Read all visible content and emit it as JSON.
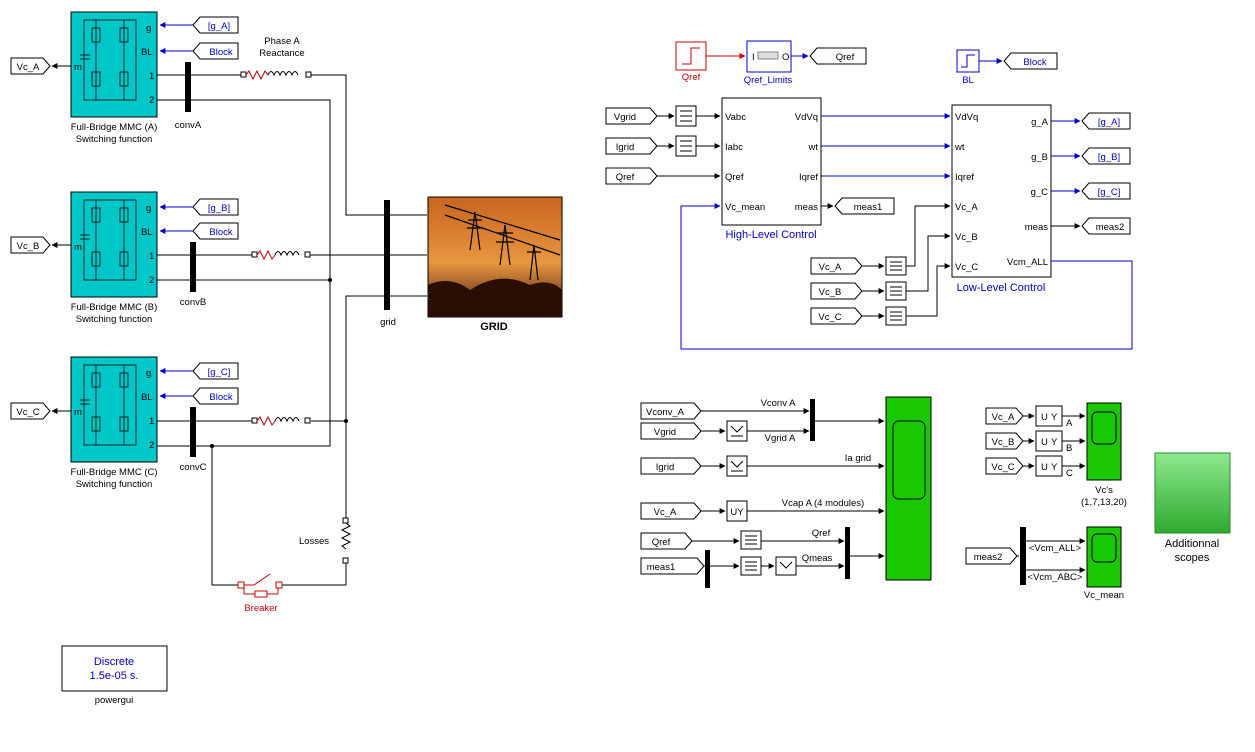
{
  "mmc_blocks": [
    {
      "name": "Full-Bridge MMC (A)",
      "sub": "Switching function",
      "gin": "[g_A]",
      "block": "Block",
      "vc": "Vc_A",
      "conv": "convA"
    },
    {
      "name": "Full-Bridge MMC (B)",
      "sub": "Switching function",
      "gin": "[g_B]",
      "block": "Block",
      "vc": "Vc_B",
      "conv": "convB"
    },
    {
      "name": "Full-Bridge MMC (C)",
      "sub": "Switching function",
      "gin": "[g_C]",
      "block": "Block",
      "vc": "Vc_C",
      "conv": "convC"
    }
  ],
  "port_labels": {
    "g": "g",
    "bl": "BL",
    "m": "m",
    "p1": "1",
    "p2": "2"
  },
  "reactance_label": "Phase A\nReactance",
  "grid_bus_label": "grid",
  "grid_block_label": "GRID",
  "losses_label": "Losses",
  "breaker_label": "Breaker",
  "powergui": {
    "line1": "Discrete",
    "line2": "1.5e-05 s.",
    "label": "powergui"
  },
  "qref_source": "Qref",
  "qref_limits": {
    "label": "Qref_Limits",
    "in": "I",
    "out": "O"
  },
  "qref_goto": "Qref",
  "bl_source": "BL",
  "block_goto": "Block",
  "hlc": {
    "title": "High-Level Control",
    "inputs": [
      "Vabc",
      "Iabc",
      "Qref",
      "Vc_mean"
    ],
    "outputs": [
      "VdVq",
      "wt",
      "Iqref",
      "meas"
    ],
    "from_tags": [
      "Vgrid",
      "Igrid",
      "Qref"
    ],
    "meas_goto": "meas1"
  },
  "llc": {
    "title": "Low-Level Control",
    "inputs": [
      "VdVq",
      "wt",
      "Iqref",
      "Vc_A",
      "Vc_B",
      "Vc_C"
    ],
    "outputs": [
      "g_A",
      "g_B",
      "g_C",
      "meas",
      "Vcm_ALL"
    ],
    "from_tags": [
      "Vc_A",
      "Vc_B",
      "Vc_C"
    ],
    "gotos": [
      "[g_A]",
      "[g_B]",
      "[g_C]",
      "meas2"
    ]
  },
  "scope_main": {
    "from_tags": [
      "Vconv_A",
      "Vgrid",
      "Igrid",
      "Vc_A",
      "Qref",
      "meas1"
    ],
    "signals": [
      "Vconv A",
      "Vgrid A",
      "Ia grid",
      "Vcap A (4 modules)",
      "Qref",
      "Qmeas"
    ],
    "uy": "UY"
  },
  "vcs_scope": {
    "from_tags": [
      "Vc_A",
      "Vc_B",
      "Vc_C"
    ],
    "uy_letters": [
      "U",
      "Y"
    ],
    "out_letters": [
      "A",
      "B",
      "C"
    ],
    "label": "Vc's\n(1,7,13,20)"
  },
  "vcmean_scope": {
    "from_tag": "meas2",
    "signals": [
      "<Vcm_ALL>",
      "<Vcm_ABC>"
    ],
    "label": "Vc_mean"
  },
  "additional": {
    "label": "Additionnal\nscopes"
  },
  "colors": {
    "mmc_fill": "#00c8c8",
    "scope_green": "#19c800",
    "signal_blue": "#0000c8",
    "red": "#c80000",
    "additional_green": "#6ee16e"
  }
}
